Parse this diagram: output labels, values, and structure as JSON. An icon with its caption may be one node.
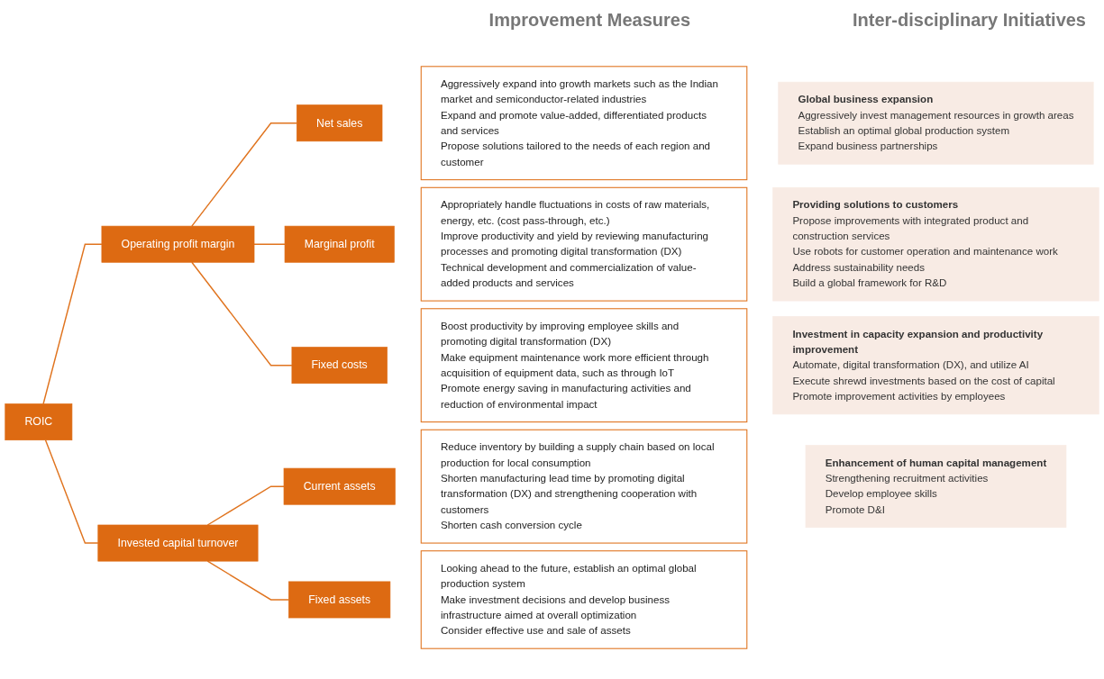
{
  "diagram": {
    "nodes": [
      {
        "text": [
          "ROIC"
        ]
      },
      {
        "text": [
          "Operating profit margin"
        ]
      },
      {
        "text": [
          "Invested capital turnover"
        ]
      },
      {
        "text": [
          "Net sales"
        ]
      },
      {
        "text": [
          "Marginal profit"
        ]
      },
      {
        "text": [
          "Fixed costs"
        ]
      },
      {
        "text": [
          "Current assets"
        ]
      },
      {
        "text": [
          "Fixed assets"
        ]
      },
      {
        "text": [
          "Aggressively expand into growth markets such as the Indian market and semiconductor-related industries",
          "Expand and promote value-added, differentiated products and services",
          "Propose solutions tailored to the needs of each region and customer"
        ]
      },
      {
        "text": [
          "Appropriately handle fluctuations in costs of raw materials, energy, etc. (cost pass-through, etc.)",
          "Improve productivity and yield by reviewing manufacturing processes and promoting digital transformation (DX)",
          "Technical development and commercialization of value-added products and services"
        ]
      },
      {
        "text": [
          "Boost productivity by improving employee skills and promoting digital transformation (DX)",
          "Make equipment maintenance work more efficient through acquisition of equipment data, such as through IoT",
          "Promote energy saving in manufacturing activities and reduction of environmental impact"
        ]
      },
      {
        "text": [
          "Reduce inventory by building a supply chain based on local production for local consumption",
          "Shorten manufacturing lead time by promoting digital transformation (DX) and strengthening cooperation with customers",
          "Shorten cash conversion cycle"
        ]
      },
      {
        "text": [
          "Looking ahead to the future, establish an optimal global production system",
          "Make investment decisions and develop business infrastructure aimed at overall optimization",
          "Consider effective use and sale of assets"
        ]
      },
      {
        "text": [
          "Global business expansion",
          "Aggressively invest management resources in growth areas",
          "Establish an optimal global production system",
          "Expand business partnerships"
        ]
      },
      {
        "text": [
          "Providing solutions to customers",
          "Propose improvements with integrated product and construction services",
          "Use robots for customer operation and maintenance work",
          "Address sustainability needs",
          "Build a global framework for R&D"
        ]
      },
      {
        "text": [
          "Investment in capacity expansion and productivity improvement",
          "Automate, digital transformation (DX), and utilize AI",
          "Execute shrewd investments based on the cost of capital",
          "Promote improvement activities by employees"
        ]
      },
      {
        "text": [
          "Enhancement of human capital management",
          "Strengthening recruitment activities",
          "Develop employee skills",
          "Promote D&I"
        ]
      }
    ],
    "edges": [
      {
        "from": 0,
        "to": 1,
        "arrow": "none"
      },
      {
        "from": 0,
        "to": 2,
        "arrow": "none"
      },
      {
        "from": 1,
        "to": 3,
        "arrow": "none"
      },
      {
        "from": 1,
        "to": 4,
        "arrow": "none"
      },
      {
        "from": 1,
        "to": 5,
        "arrow": "none"
      },
      {
        "from": 2,
        "to": 6,
        "arrow": "none"
      },
      {
        "from": 2,
        "to": 7,
        "arrow": "none"
      }
    ],
    "labels": [
      "Improvement Measures",
      "Inter-disciplinary Initiatives"
    ]
  }
}
